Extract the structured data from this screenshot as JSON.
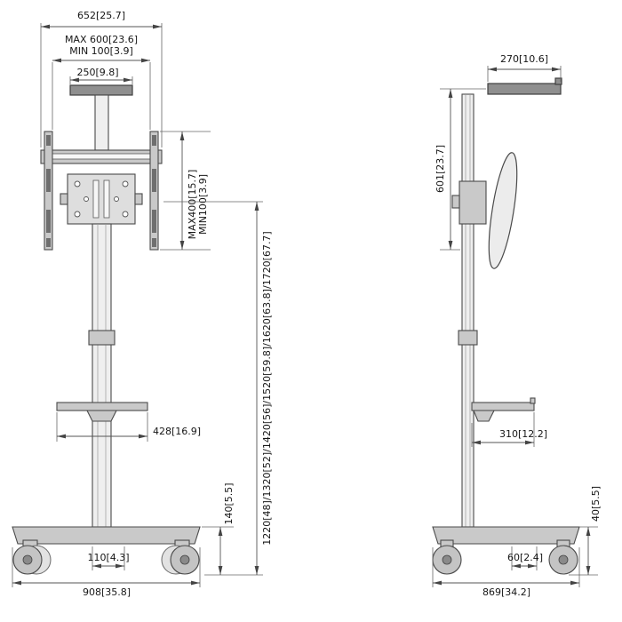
{
  "drawing": {
    "front": {
      "width_top": "652[25.7]",
      "width_max": "MAX 600[23.6]",
      "width_min": "MIN 100[3.9]",
      "plate_width": "250[9.8]",
      "vesa_height_max": "MAX400[15.7]",
      "vesa_height_min": "MIN100[3.9]",
      "column_heights": "1220[48]/1320[52]/1420[56]/1520[59.8]/1620[63.8]/1720[67.7]",
      "shelf_width": "428[16.9]",
      "base_height": "140[5.5]",
      "caster_spacing": "110[4.3]",
      "base_width": "908[35.8]"
    },
    "side": {
      "tray_depth": "270[10.6]",
      "tray_to_mount": "601[23.7]",
      "shelf_depth": "310[12.2]",
      "base_height": "40[5.5]",
      "caster_offset": "60[2.4]",
      "base_depth": "869[34.2]"
    }
  }
}
